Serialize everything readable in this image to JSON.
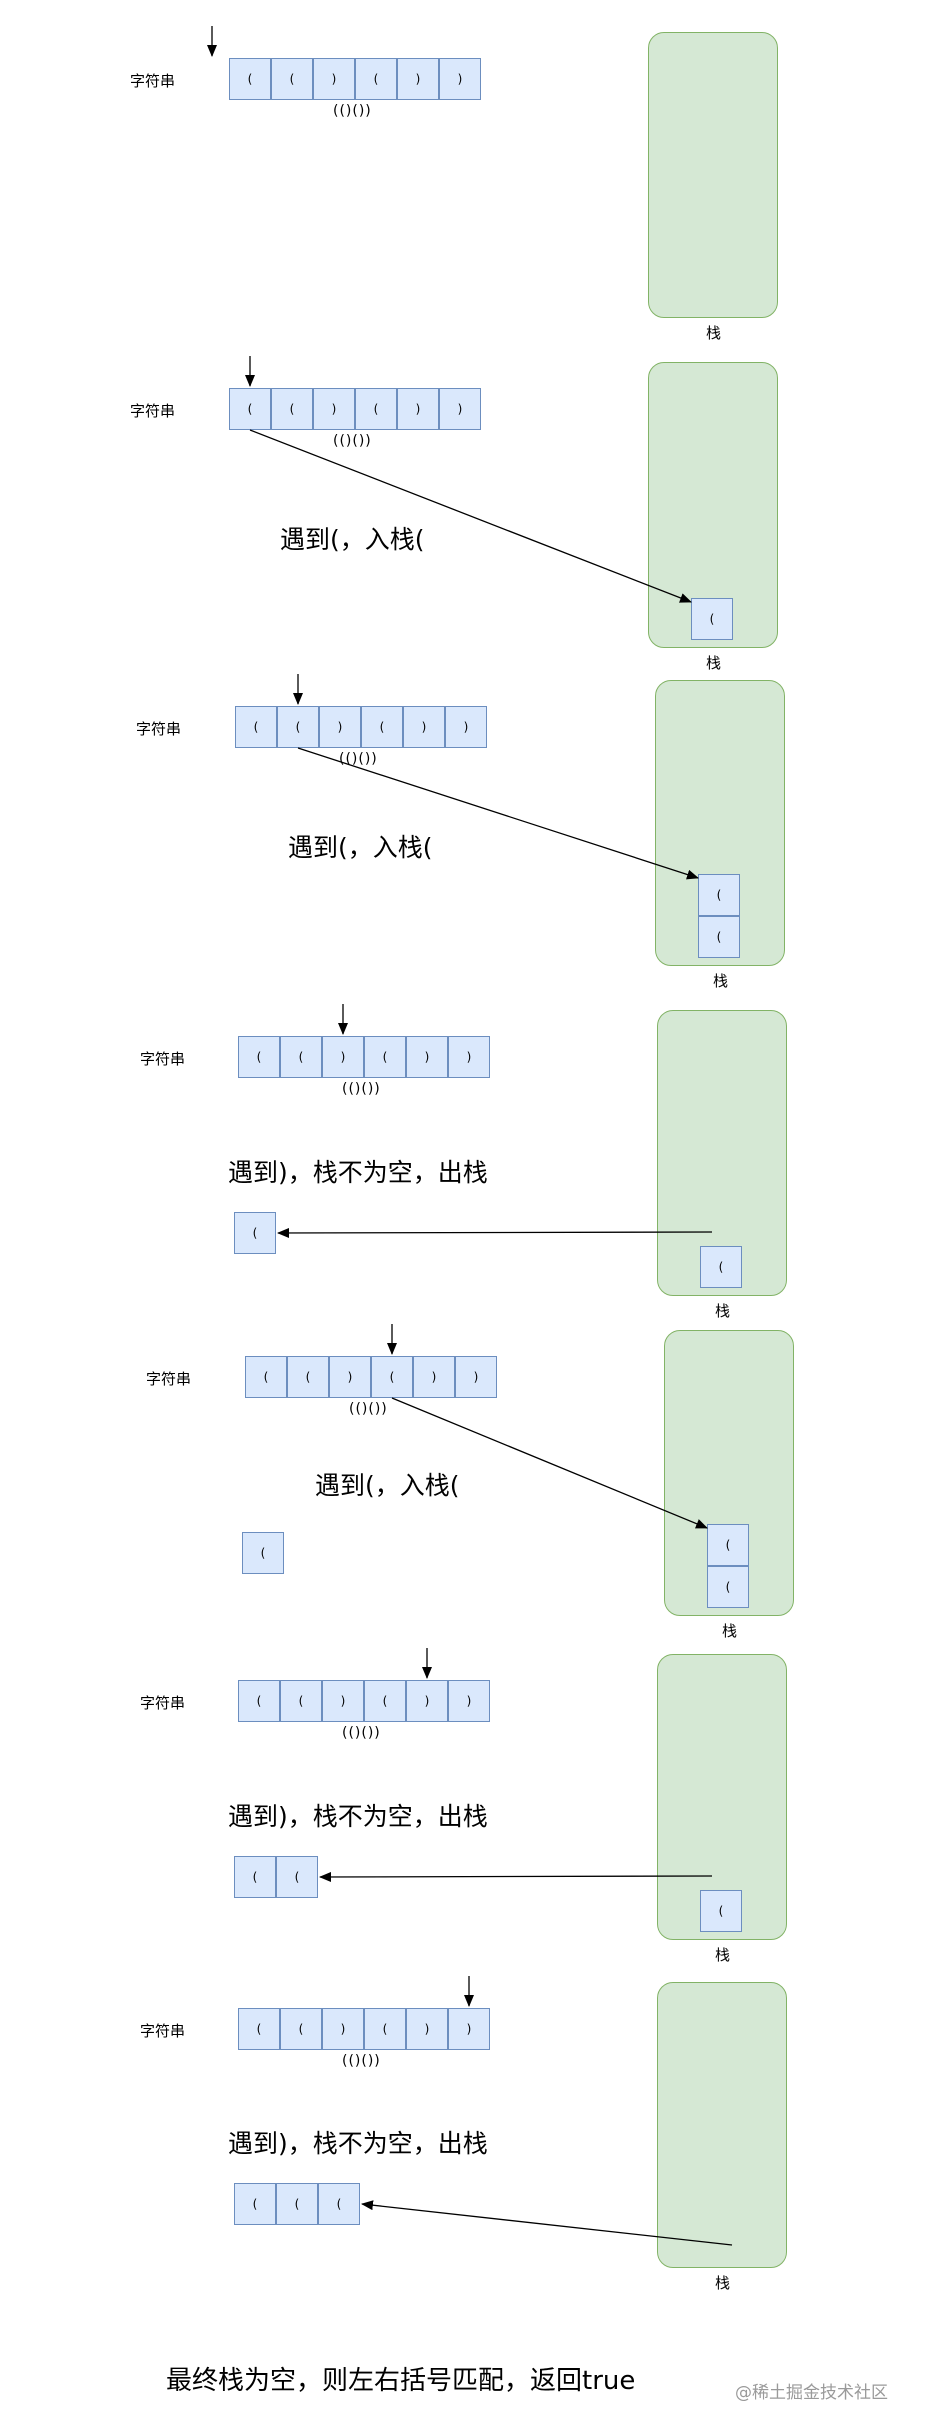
{
  "string_label": "字符串",
  "string_value": "(()())",
  "stack_label": "栈",
  "cell_chars": [
    "(",
    "(",
    ")",
    "(",
    ")",
    ")"
  ],
  "paren_open": "(",
  "notes": {
    "push": "遇到(，入栈(",
    "pop": "遇到)，栈不为空，出栈"
  },
  "conclusion": "最终栈为空，则左右括号匹配，返回true",
  "watermark": "@稀土掘金技术社区",
  "steps": [
    {
      "pointer": 0,
      "action": "start",
      "stack_items": 0,
      "matched": 0
    },
    {
      "pointer": 0,
      "action": "push",
      "stack_items": 1,
      "matched": 0
    },
    {
      "pointer": 1,
      "action": "push",
      "stack_items": 2,
      "matched": 0
    },
    {
      "pointer": 2,
      "action": "pop",
      "stack_items": 1,
      "matched": 1
    },
    {
      "pointer": 3,
      "action": "push",
      "stack_items": 2,
      "matched": 1
    },
    {
      "pointer": 4,
      "action": "pop",
      "stack_items": 1,
      "matched": 2
    },
    {
      "pointer": 5,
      "action": "pop",
      "stack_items": 0,
      "matched": 3
    }
  ],
  "colors": {
    "cell_fill": "#dae8fc",
    "cell_border": "#6c8ebf",
    "stack_fill": "#d5e8d4",
    "stack_border": "#82b366"
  }
}
